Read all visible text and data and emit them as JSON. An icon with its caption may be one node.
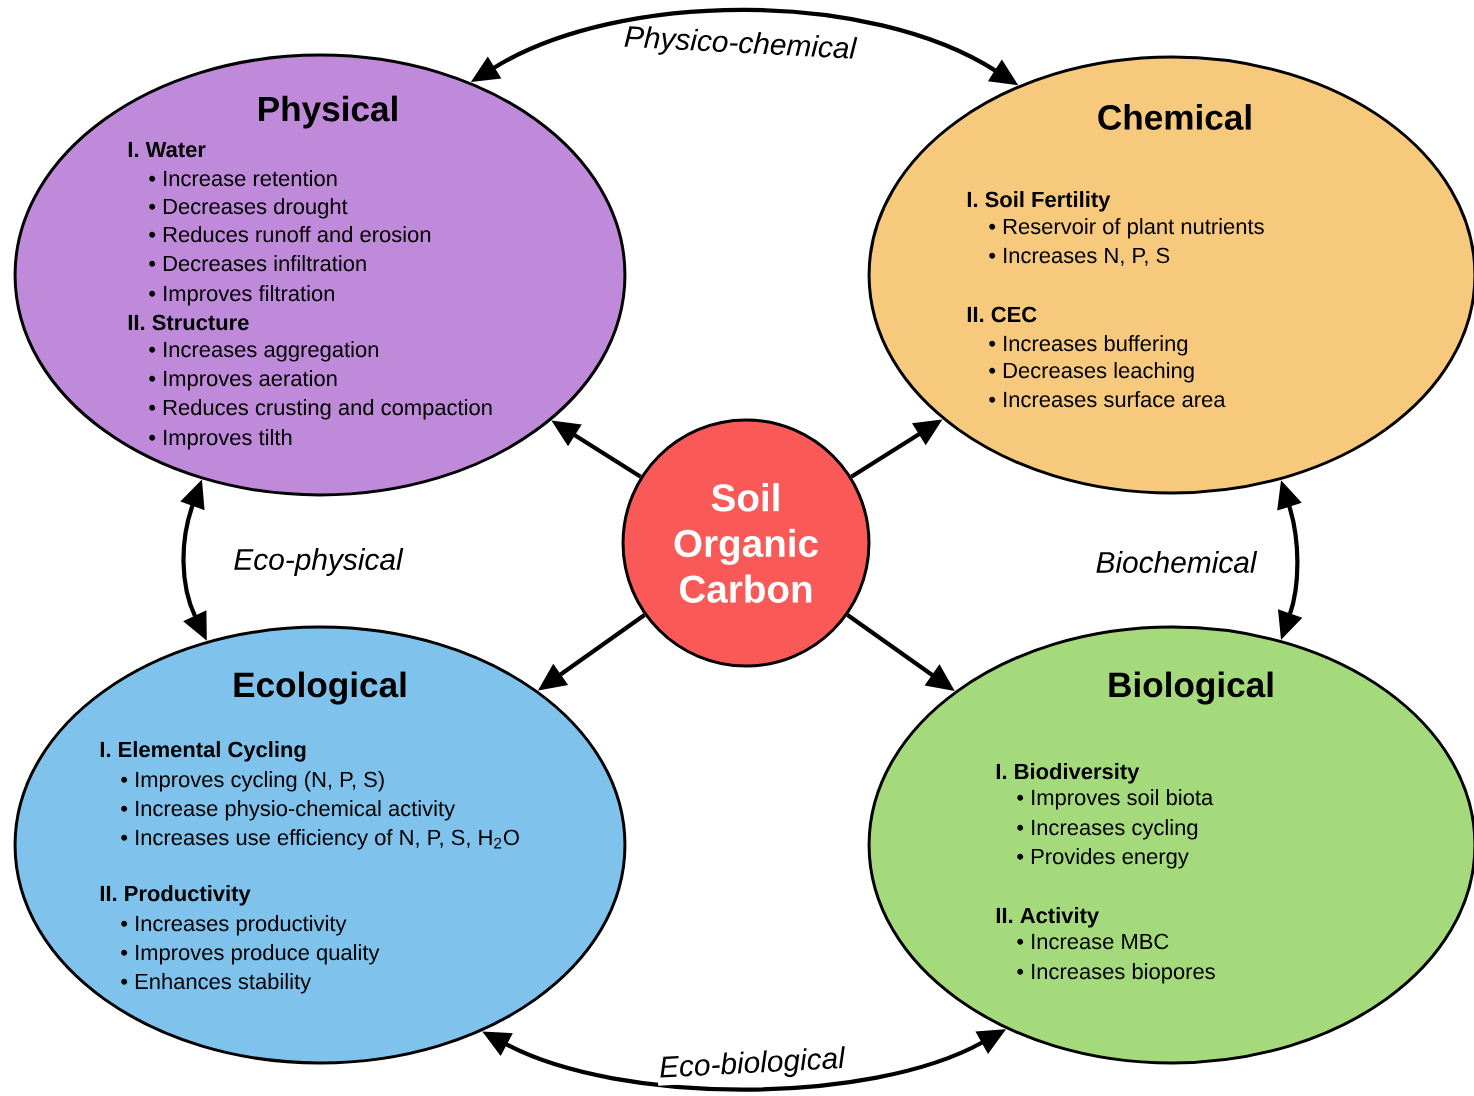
{
  "diagram": {
    "nodes": [
      {
        "text": [
          "Physical",
          "I. Water",
          "• Increase retention",
          "• Decreases drought",
          "• Reduces runoff and erosion",
          "• Decreases infiltration",
          "• Improves filtration",
          "II. Structure",
          "• Increases aggregation",
          "• Improves aeration",
          "• Reduces crusting and compaction",
          "• Improves tilth"
        ]
      },
      {
        "text": [
          "Chemical",
          "I. Soil Fertility",
          "• Reservoir of plant nutrients",
          "• Increases N, P, S",
          "II. CEC",
          "• Increases buffering",
          "• Decreases leaching",
          "• Increases surface area"
        ]
      },
      {
        "text": [
          "Soil Organic Carbon"
        ]
      },
      {
        "text": [
          "Ecological",
          "I. Elemental Cycling",
          "• Improves cycling (N, P, S)",
          "• Increase physio-chemical activity",
          "• Increases use efficiency of N, P, S, H$_{2}$O",
          "II. Productivity",
          "• Increases productivity",
          "• Improves produce quality",
          "• Enhances stability"
        ]
      },
      {
        "text": [
          "Biological",
          "I. Biodiversity",
          "• Improves soil biota",
          "• Increases cycling",
          "• Provides energy",
          "II. Activity",
          "• Increase MBC",
          "• Increases biopores"
        ]
      }
    ],
    "edges": [
      {
        "from": 0,
        "to": 1,
        "arrow": "both",
        "label": "Physico-chemical"
      },
      {
        "from": 2,
        "to": 0,
        "arrow": "to"
      },
      {
        "from": 2,
        "to": 1,
        "arrow": "to"
      },
      {
        "from": 0,
        "to": 3,
        "arrow": "both",
        "label": "Eco-physical"
      },
      {
        "from": 1,
        "to": 4,
        "arrow": "both",
        "label": "Biochemical"
      },
      {
        "from": 2,
        "to": 3,
        "arrow": "to"
      },
      {
        "from": 2,
        "to": 4,
        "arrow": "to"
      },
      {
        "from": 3,
        "to": 4,
        "arrow": "both",
        "label": "Eco-biological"
      }
    ]
  }
}
